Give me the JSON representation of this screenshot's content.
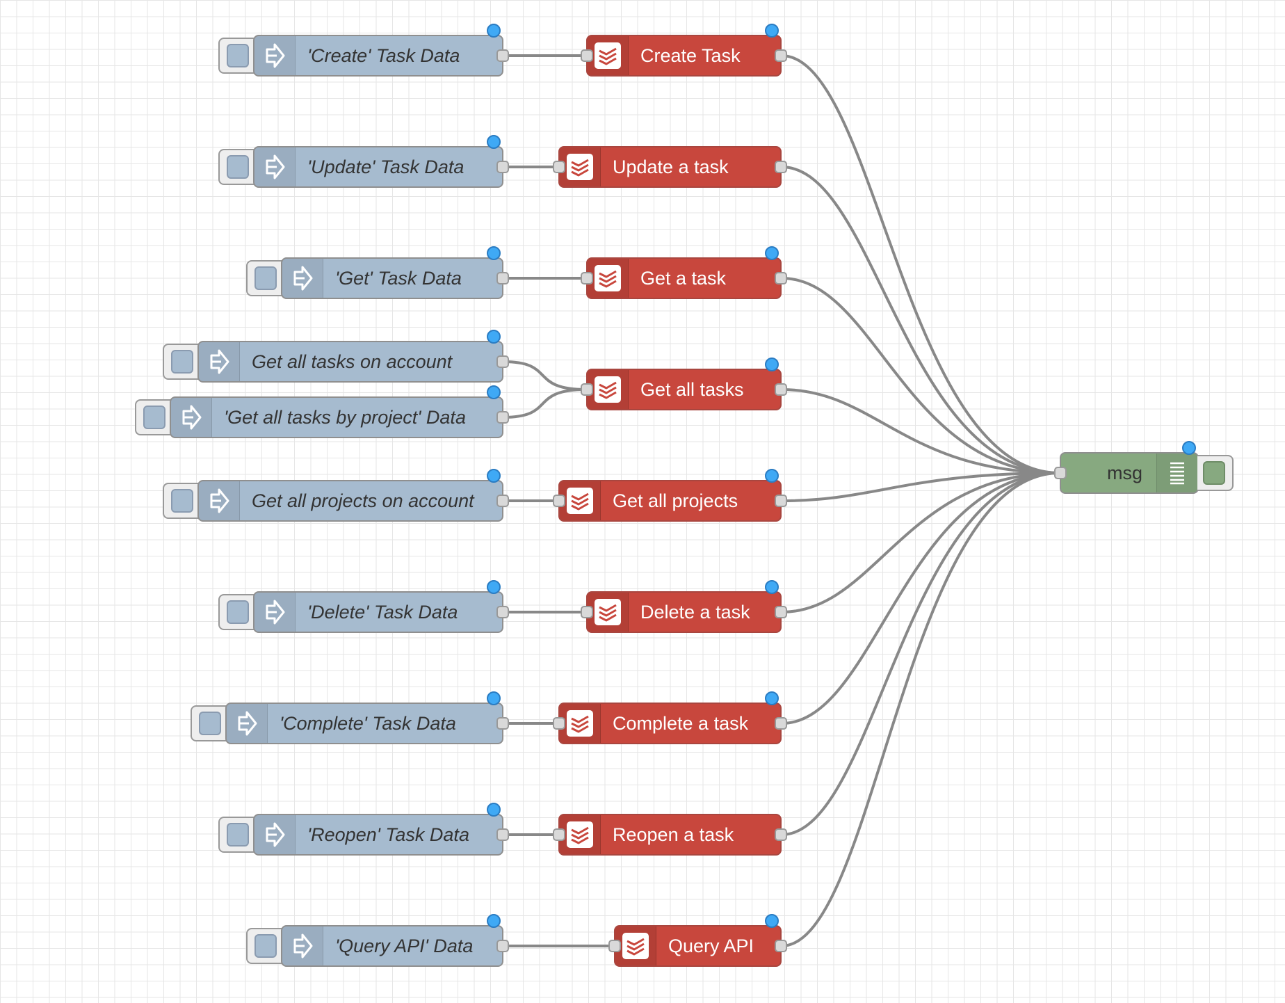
{
  "inject_nodes": [
    {
      "label": "'Create' Task Data"
    },
    {
      "label": "'Update' Task Data"
    },
    {
      "label": "'Get' Task Data"
    },
    {
      "label": "Get all tasks on account"
    },
    {
      "label": "'Get all tasks by project' Data"
    },
    {
      "label": "Get all projects on account"
    },
    {
      "label": "'Delete' Task Data"
    },
    {
      "label": "'Complete' Task Data"
    },
    {
      "label": "'Reopen' Task Data"
    },
    {
      "label": "'Query API' Data"
    }
  ],
  "todoist_nodes": [
    {
      "label": "Create Task"
    },
    {
      "label": "Update a task"
    },
    {
      "label": "Get a task"
    },
    {
      "label": "Get all tasks"
    },
    {
      "label": "Get all projects"
    },
    {
      "label": "Delete a task"
    },
    {
      "label": "Complete a task"
    },
    {
      "label": "Reopen a task"
    },
    {
      "label": "Query API"
    }
  ],
  "debug_node": {
    "label": "msg"
  },
  "colors": {
    "inject": "#a6bbcf",
    "todoist": "#c8473d",
    "debug": "#87a980",
    "status_dot": "#3fa9f5",
    "wire": "#888888"
  },
  "icons": {
    "inject": "inject-arrow-icon",
    "todoist": "todoist-icon",
    "debug": "debug-list-icon"
  }
}
